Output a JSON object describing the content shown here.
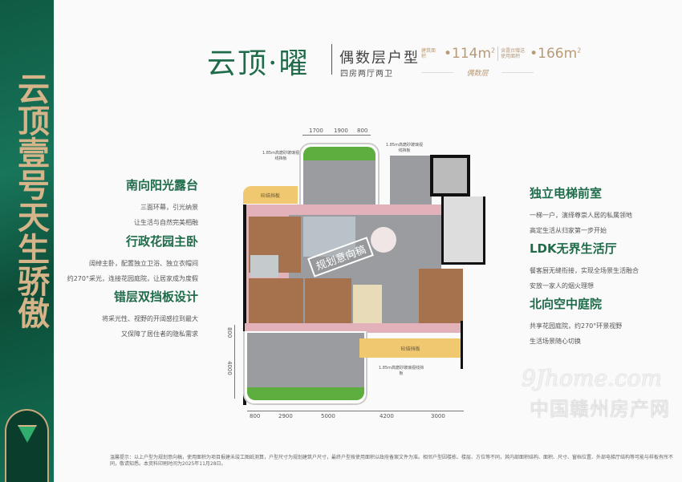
{
  "brand": {
    "calligraphy_line1": "云顶壹号",
    "calligraphy_line2": "天生骄傲"
  },
  "header": {
    "title": "云顶·曜",
    "unit_type": "偶数层户型",
    "layout": "四房两厅两卫",
    "building_area_label": "建筑面积",
    "building_area": "114",
    "area_unit": "m",
    "area_exp": "2",
    "usable_area_label": "含露台赠送使用面积",
    "usable_area": "166",
    "floor_tag": "偶数层"
  },
  "left_features": [
    {
      "title": "南向阳光露台",
      "lines": [
        "三面环幕，引光纳景",
        "让生活与自然完美相融"
      ]
    },
    {
      "title": "行政花园主卧",
      "lines": [
        "阔绰主卧，配置独立卫浴、独立衣帽间",
        "约270°采光，连接花园庭院，让居家成为度假"
      ]
    },
    {
      "title": "错层双挡板设计",
      "lines": [
        "将采光性、视野的开阔感拉到最大",
        "又保障了居住者的隐私需求"
      ]
    }
  ],
  "right_features": [
    {
      "title": "独立电梯前室",
      "lines": [
        "一梯一户，演绎尊崇人居的私属领地",
        "高定生活从归家第一步开始"
      ]
    },
    {
      "title": "LDK无界生活厅",
      "lines": [
        "餐客厨无缝衔接，实现全场景生活融合",
        "安放一家人的烟火理想"
      ]
    },
    {
      "title": "北向空中庭院",
      "lines": [
        "共享花园庭院，约270°环景视野",
        "生活场景随心切换"
      ]
    }
  ],
  "plan": {
    "top_dims": [
      "1700",
      "1900",
      "800"
    ],
    "bottom_dims": [
      "800",
      "2900",
      "5000",
      "4200",
      "3000"
    ],
    "left_dims": [
      "800",
      "4000"
    ],
    "glass_note": "1.85m高磨砂玻璃视线挡板",
    "glass_note_2": "1.85m高磨砂玻璃视线挡板",
    "glass_note_3": "1.85m高磨砂玻璃视线挡板",
    "panel_label": "砼结挡板",
    "panel_label_2": "砼结挡板",
    "stamp": "规划意向稿"
  },
  "watermark": {
    "logo": "9Jhome.com",
    "site": "中国赣州房产网"
  },
  "disclaimer": "温馨提示：以上户型为规划意向稿，使用面积为项目报建未竣工图纸测算，户型尺寸为规划建筑户尺寸，最终户型按使用面积以政府备案文件为准。相邻户型因楼栋、楼层、方位等不同，其内部面积结构、面积、尺寸、窗档位置、外部电梯厅结构等可能与样板有所不同，敬请知悉。本资料印刷时间为2025年11月28日。"
}
